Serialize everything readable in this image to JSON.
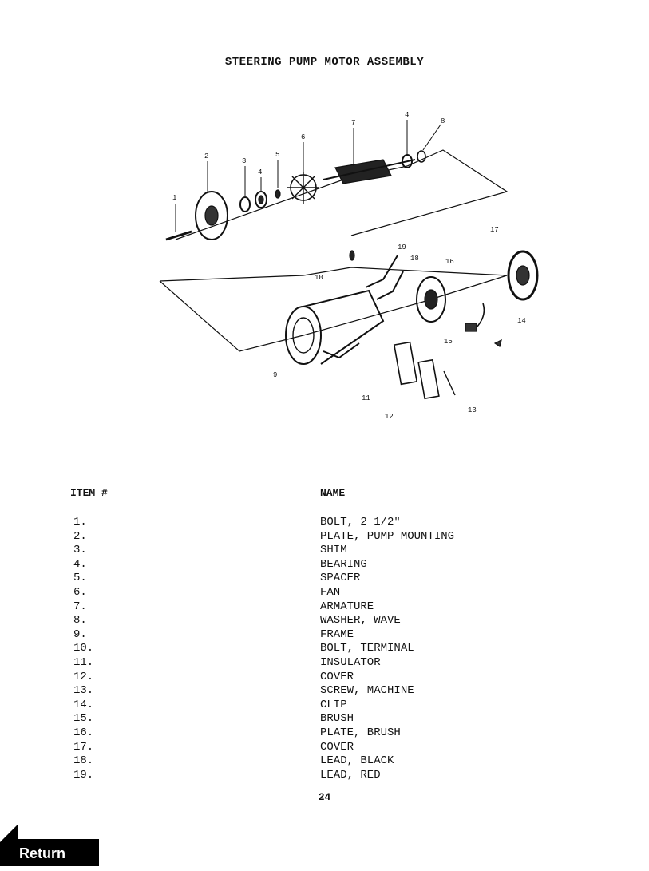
{
  "document": {
    "title": "STEERING PUMP MOTOR ASSEMBLY",
    "page_number": "24"
  },
  "parts_table": {
    "header_item": "ITEM #",
    "header_name": "NAME",
    "rows": [
      {
        "item": "1.",
        "name": "BOLT, 2 1/2\""
      },
      {
        "item": "2.",
        "name": "PLATE, PUMP MOUNTING"
      },
      {
        "item": "3.",
        "name": "SHIM"
      },
      {
        "item": "4.",
        "name": "BEARING"
      },
      {
        "item": "5.",
        "name": "SPACER"
      },
      {
        "item": "6.",
        "name": "FAN"
      },
      {
        "item": "7.",
        "name": "ARMATURE"
      },
      {
        "item": "8.",
        "name": "WASHER, WAVE"
      },
      {
        "item": "9.",
        "name": "FRAME"
      },
      {
        "item": "10.",
        "name": "BOLT, TERMINAL"
      },
      {
        "item": "11.",
        "name": "INSULATOR"
      },
      {
        "item": "12.",
        "name": "COVER"
      },
      {
        "item": "13.",
        "name": "SCREW, MACHINE"
      },
      {
        "item": "14.",
        "name": "CLIP"
      },
      {
        "item": "15.",
        "name": "BRUSH"
      },
      {
        "item": "16.",
        "name": "PLATE, BRUSH"
      },
      {
        "item": "17.",
        "name": "COVER"
      },
      {
        "item": "18.",
        "name": "LEAD, BLACK"
      },
      {
        "item": "19.",
        "name": "LEAD, RED"
      }
    ]
  },
  "diagram": {
    "callouts": [
      "1",
      "2",
      "3",
      "4",
      "5",
      "6",
      "7",
      "4",
      "8",
      "19",
      "18",
      "16",
      "17",
      "10",
      "9",
      "11",
      "12",
      "13",
      "15",
      "14"
    ]
  },
  "navigation": {
    "return_label": "Return"
  }
}
